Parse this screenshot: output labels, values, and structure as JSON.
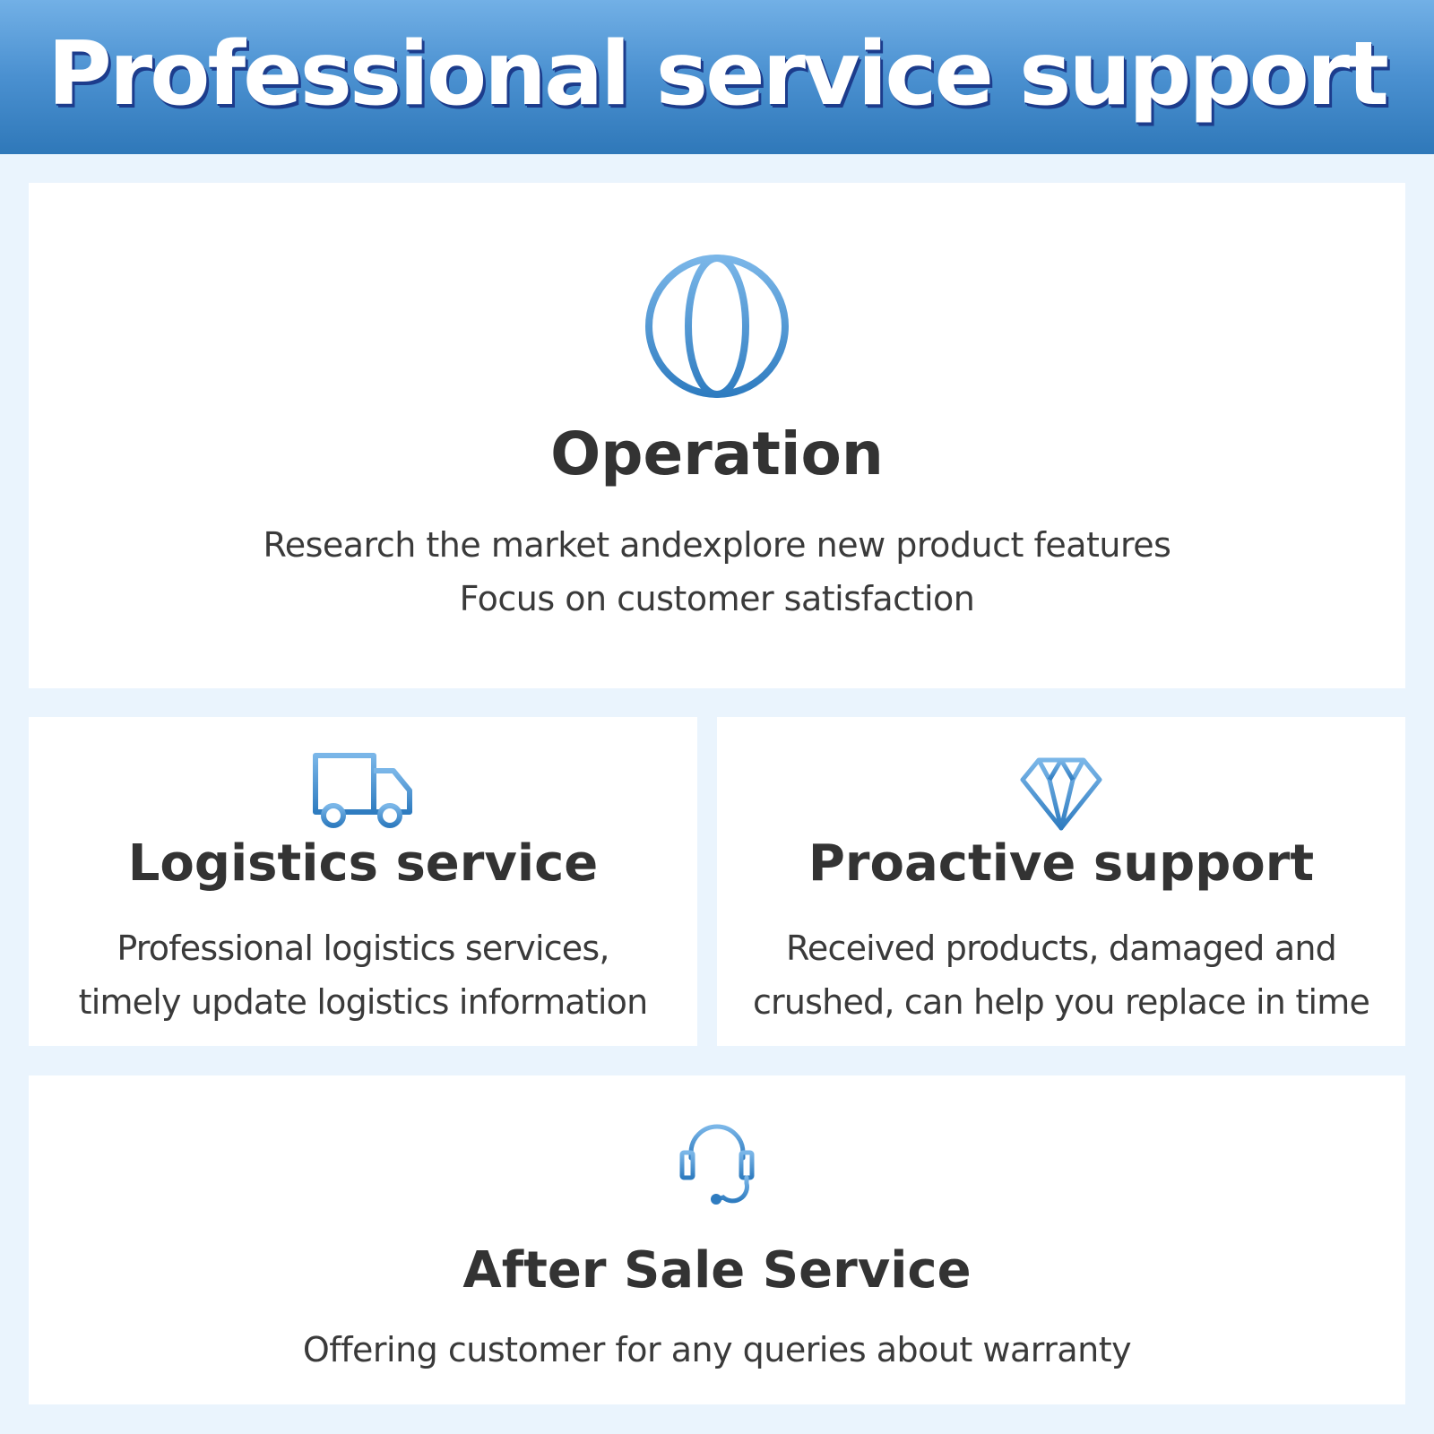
{
  "header": {
    "title": "Professional service support"
  },
  "colors": {
    "header_gradient_top": "#72b0e6",
    "header_gradient_bottom": "#2f78b9",
    "title_shadow": "#1c3c8c",
    "icon_light": "#7ab6e8",
    "icon_dark": "#2f7cc0",
    "page_background": "#eaf4fd",
    "card_background": "#ffffff",
    "heading_text": "#333333"
  },
  "cards": [
    {
      "icon": "globe-icon",
      "title": "Operation",
      "lines": [
        "Research the market andexplore new product features",
        "Focus on customer satisfaction"
      ]
    },
    {
      "icon": "truck-icon",
      "title": "Logistics service",
      "lines": [
        "Professional logistics services,",
        "timely update logistics information"
      ]
    },
    {
      "icon": "diamond-icon",
      "title": "Proactive support",
      "lines": [
        "Received products, damaged and",
        "crushed, can help you replace in time"
      ]
    },
    {
      "icon": "headset-icon",
      "title": "After Sale Service",
      "lines": [
        "Offering customer for any queries about warranty"
      ]
    }
  ]
}
